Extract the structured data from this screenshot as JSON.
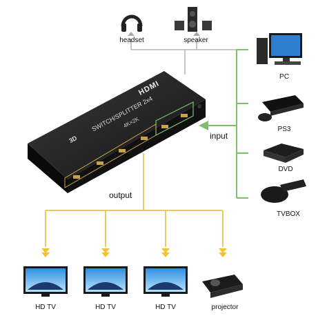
{
  "device": {
    "brand_mark": "HDMI",
    "model_text": "SWITCH/SPLITTER 2x4",
    "badge": "3D",
    "resolution": "4K×2K"
  },
  "labels": {
    "input": "input",
    "output": "output"
  },
  "audio_outputs": [
    {
      "label": "headset",
      "icon": "headset-icon"
    },
    {
      "label": "speaker",
      "icon": "speaker-icon"
    }
  ],
  "sources": [
    {
      "label": "PC",
      "icon": "pc-icon"
    },
    {
      "label": "PS3",
      "icon": "ps3-icon"
    },
    {
      "label": "DVD",
      "icon": "dvd-icon"
    },
    {
      "label": "TVBOX",
      "icon": "tvbox-icon"
    }
  ],
  "displays": [
    {
      "label": "HD TV",
      "icon": "tv-icon"
    },
    {
      "label": "HD TV",
      "icon": "tv-icon"
    },
    {
      "label": "HD TV",
      "icon": "tv-icon"
    },
    {
      "label": "projector",
      "icon": "projector-icon"
    }
  ],
  "colors": {
    "input_line": "#7cc06a",
    "output_line": "#e6c96a",
    "audio_line": "#a8a8a8",
    "arrow": "#f2c230",
    "device_body": "#1b1b1b"
  }
}
